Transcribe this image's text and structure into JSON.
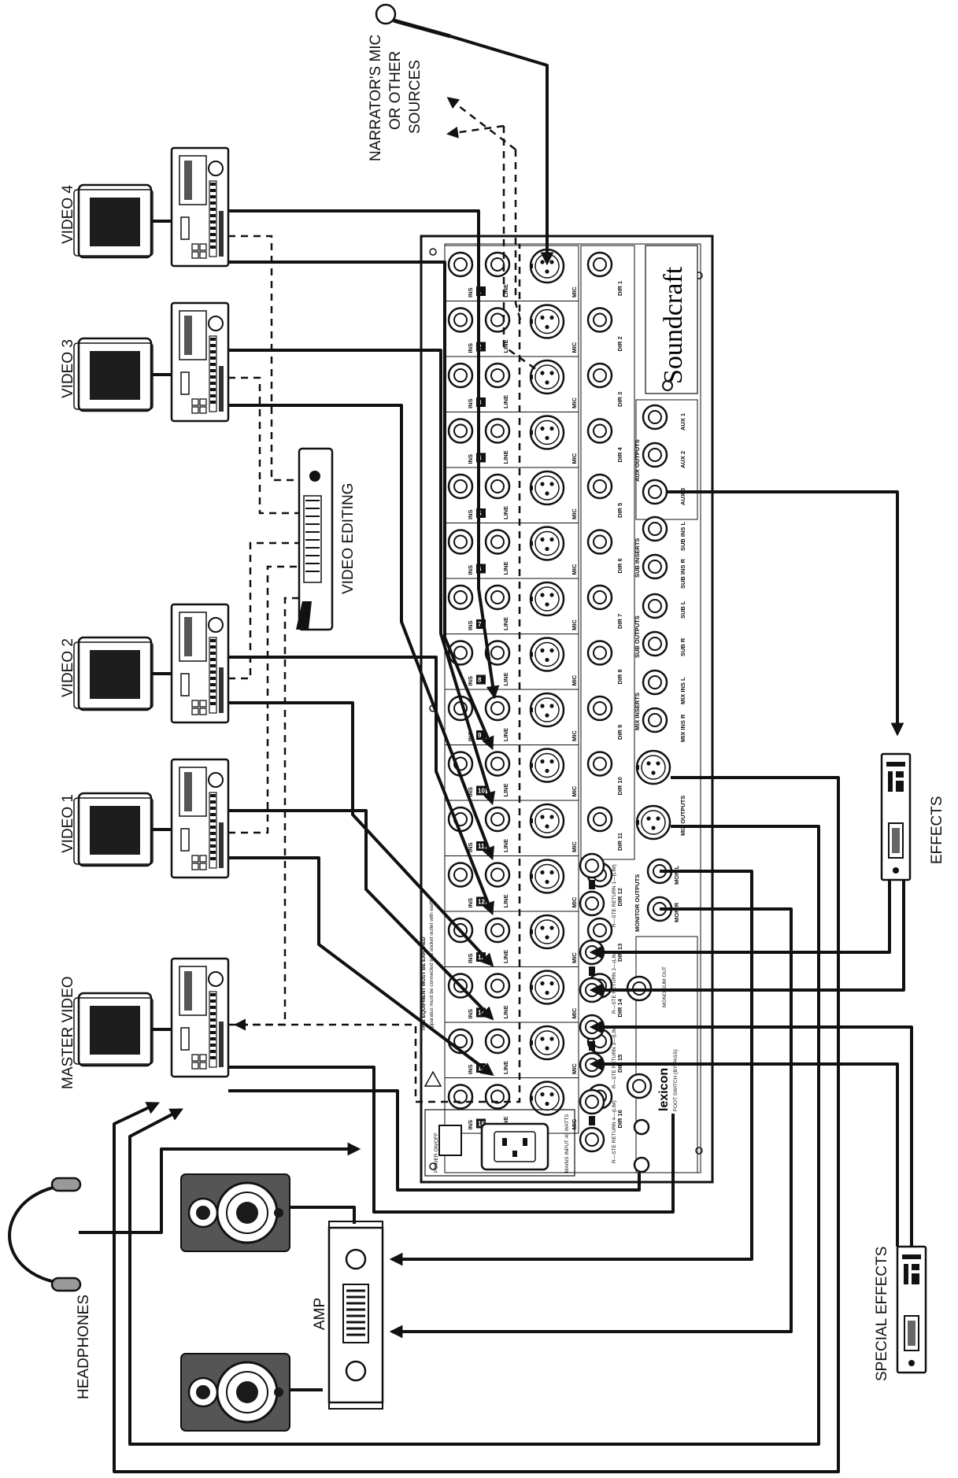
{
  "labels": {
    "narrator": [
      "NARRATOR'S MIC",
      "OR OTHER",
      "SOURCES"
    ],
    "video4": "VIDEO 4",
    "video3": "VIDEO 3",
    "video2": "VIDEO 2",
    "video1": "VIDEO 1",
    "master": "MASTER VIDEO",
    "editing": "VIDEO EDITING",
    "headphones": "HEADPHONES",
    "amp": "AMP",
    "effects": "EFFECTS",
    "special": "SPECIAL EFFECTS"
  },
  "console": {
    "brand": "Soundcraft",
    "fx_brand": "lexicon",
    "channels": [
      "1",
      "2",
      "3",
      "4",
      "5",
      "6",
      "7",
      "8",
      "9",
      "10",
      "11",
      "12",
      "13",
      "14",
      "15",
      "16"
    ],
    "jack_ins": "INS",
    "jack_line": "LINE",
    "jack_mic": "MIC",
    "dir_labels": [
      "DIR 1",
      "DIR 2",
      "DIR 3",
      "DIR 4",
      "DIR 5",
      "DIR 6",
      "DIR 7",
      "DIR 8",
      "DIR 9",
      "DIR 10",
      "DIR 11",
      "DIR 12",
      "DIR 13",
      "DIR 14",
      "DIR 15",
      "DIR 16"
    ],
    "aux_outputs": "AUX OUTPUTS",
    "aux_labels": [
      "AUX 1",
      "AUX 2",
      "AUX 3"
    ],
    "sub_inserts": "SUB INSERTS",
    "sub_ins_labels": [
      "SUB INS L",
      "SUB INS R"
    ],
    "sub_outputs": "SUB OUTPUTS",
    "sub_out_labels": [
      "SUB L",
      "SUB R"
    ],
    "mix_inserts": "MIX INSERTS",
    "mix_ins_labels": [
      "MIX INS L",
      "MIX INS R"
    ],
    "mix_outputs": "MIX OUTPUTS",
    "monitor_outputs": "MONITOR OUTPUTS",
    "monitor_labels": [
      "MON L",
      "MON R"
    ],
    "ste_returns": [
      "R—STE RETURN 1—(LIM)",
      "R—STE RETURN 2—(LIM)",
      "R—STE RETURN 3—(LIM)",
      "R—STE RETURN 4—(LIM)"
    ],
    "mon_sum": "MONO SUM OUT",
    "foot_switch": "FOOT SWITCH (BY PASS)",
    "power": "POWER ON/OFF",
    "mains": "MAINS INPUT 40 WATTS",
    "warning": "THIS EQUIPMENT MUST BE EARTHED",
    "warning2": "Apparatus must be connected to a socket outlet with earth"
  }
}
